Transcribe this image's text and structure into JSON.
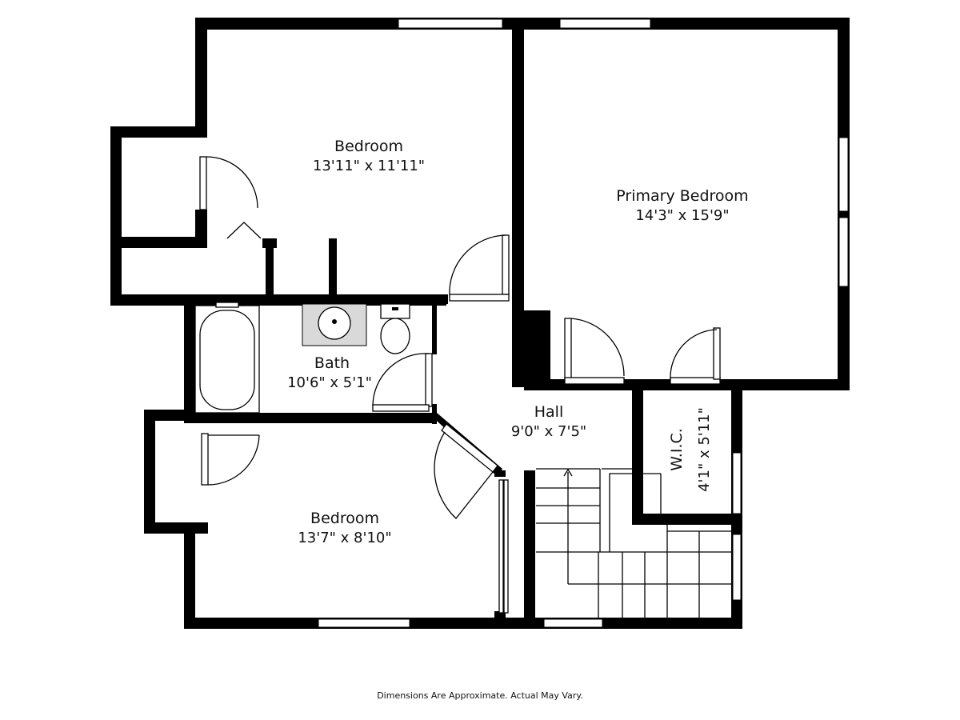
{
  "rooms": [
    {
      "name": "Bedroom",
      "dimensions": "13'11\" x 11'11\""
    },
    {
      "name": "Primary Bedroom",
      "dimensions": "14'3\" x 15'9\""
    },
    {
      "name": "Bath",
      "dimensions": "10'6\" x 5'1\""
    },
    {
      "name": "Hall",
      "dimensions": "9'0\" x 7'5\""
    },
    {
      "name": "W.I.C.",
      "dimensions": "4'1\" x 5'11\""
    },
    {
      "name": "Bedroom",
      "dimensions": "13'7\" x 8'10\""
    }
  ],
  "footer": "Dimensions Are Approximate. Actual May Vary."
}
